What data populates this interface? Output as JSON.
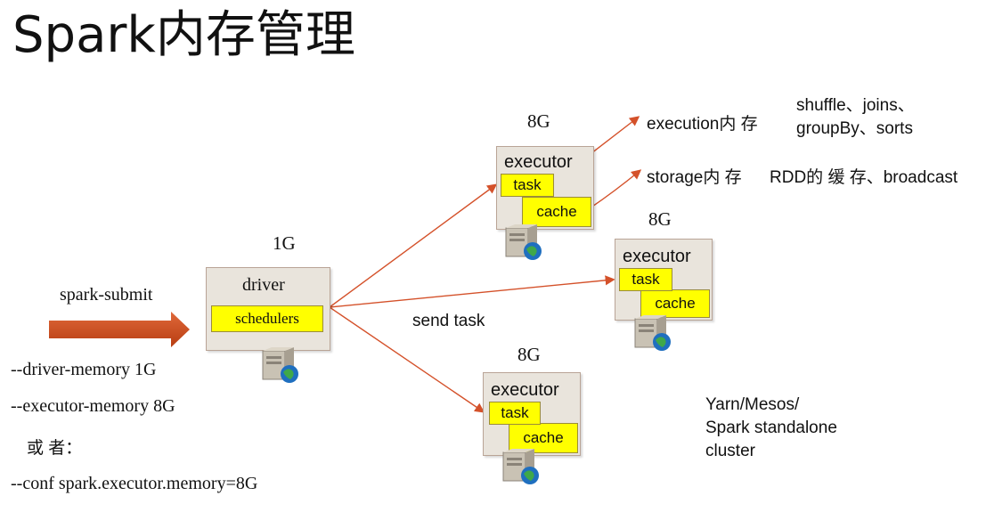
{
  "title": "Spark内存管理",
  "submit_label": "spark-submit",
  "driver": {
    "memory": "1G",
    "label": "driver",
    "schedulers": "schedulers"
  },
  "send_task": "send task",
  "executors": [
    {
      "memory": "8G",
      "label": "executor",
      "task": "task",
      "cache": "cache"
    },
    {
      "memory": "8G",
      "label": "executor",
      "task": "task",
      "cache": "cache"
    },
    {
      "memory": "8G",
      "label": "executor",
      "task": "task",
      "cache": "cache"
    }
  ],
  "execution_label": "execution内 存",
  "execution_uses": [
    "shuffle、joins、",
    "groupBy、sorts"
  ],
  "storage_label": "storage内 存",
  "storage_uses": "RDD的 缓 存、broadcast",
  "cluster_lines": [
    "Yarn/Mesos/",
    "Spark standalone",
    "cluster"
  ],
  "options": [
    "--driver-memory 1G",
    "--executor-memory 8G",
    "或 者：",
    "--conf spark.executor.memory=8G"
  ],
  "colors": {
    "arrow": "#d4512a",
    "box_fill": "#e9e4dc",
    "highlight": "#ffff00"
  }
}
